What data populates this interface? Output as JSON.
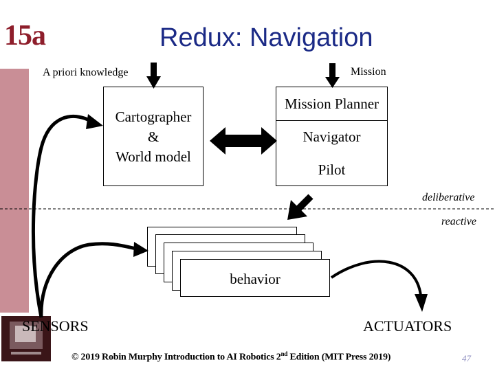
{
  "slide": {
    "number_label": "15a",
    "title": "Redux: Navigation",
    "page_number": "47"
  },
  "inputs": {
    "a_priori": "A priori knowledge",
    "mission": "Mission"
  },
  "cartographer": {
    "line1": "Cartographer",
    "line2": "&",
    "line3": "World model"
  },
  "planner": {
    "mission_planner": "Mission Planner",
    "navigator": "Navigator",
    "pilot": "Pilot"
  },
  "layers": {
    "deliberative": "deliberative",
    "reactive": "reactive"
  },
  "behavior": "behavior",
  "sensors": "SENSORS",
  "actuators": "ACTUATORS",
  "footer": {
    "prefix": "© 2019 Robin Murphy Introduction to AI Robotics 2",
    "superscript": "nd",
    "suffix": " Edition (MIT Press 2019)"
  }
}
